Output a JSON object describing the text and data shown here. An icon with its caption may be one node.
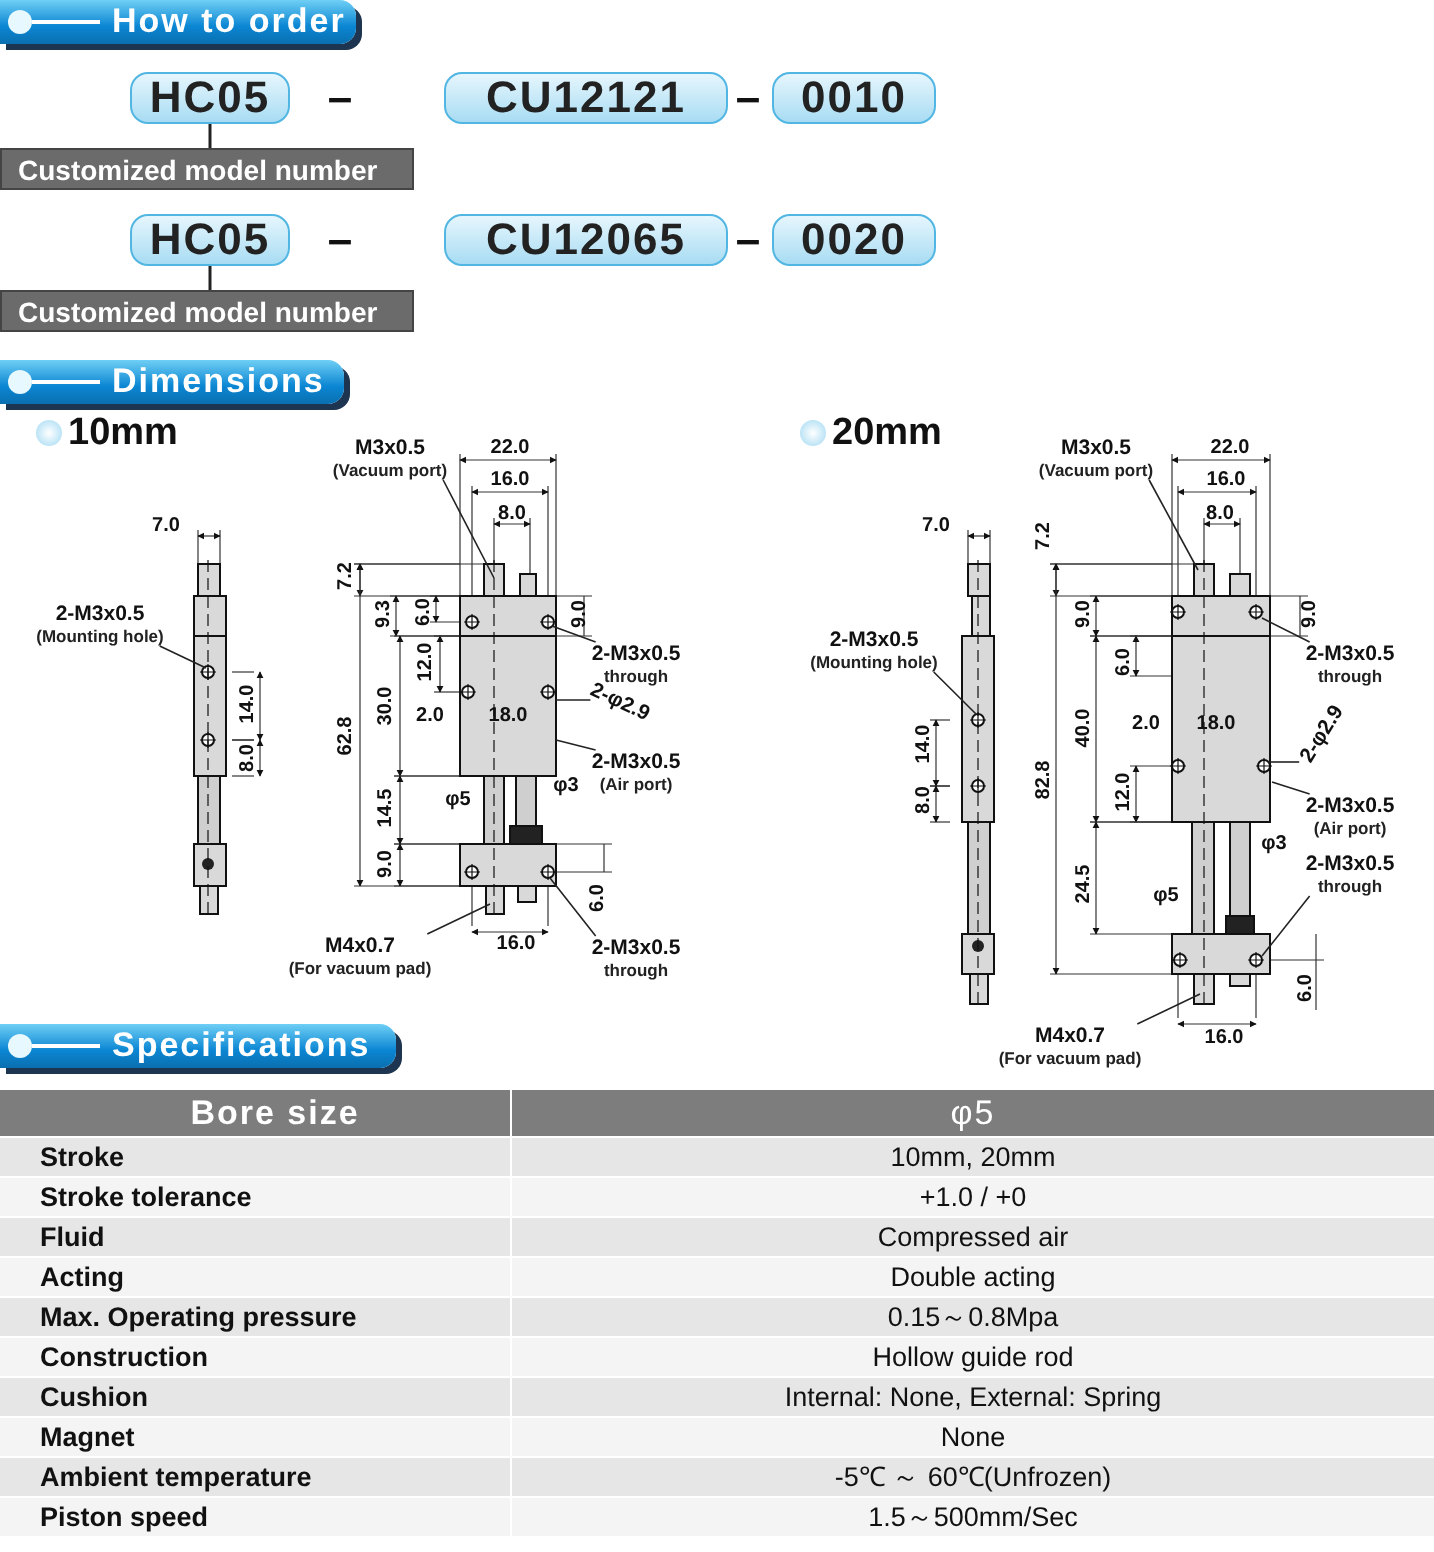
{
  "diagram": {
    "nodes": [
      {
        "text": [
          "How to order"
        ]
      },
      {
        "text": [
          "HC05"
        ]
      },
      {
        "text": [
          "CU12121"
        ]
      },
      {
        "text": [
          "0010"
        ]
      },
      {
        "text": [
          "Customized model number"
        ]
      },
      {
        "text": [
          "HC05"
        ]
      },
      {
        "text": [
          "CU12065"
        ]
      },
      {
        "text": [
          "0020"
        ]
      },
      {
        "text": [
          "Customized model number"
        ]
      },
      {
        "text": [
          "Dimensions"
        ]
      },
      {
        "text": [
          "M3x0.5",
          "(Vacuum port)"
        ]
      },
      {
        "text": [
          "2-M3x0.5",
          "(Mounting hole)"
        ]
      },
      {
        "text": [
          "2-M3x0.5",
          "through"
        ]
      },
      {
        "text": [
          "2-φ2.9"
        ]
      },
      {
        "text": [
          "2-M3x0.5",
          "(Air port)"
        ]
      },
      {
        "text": [
          "M4x0.7",
          "(For vacuum pad)"
        ]
      },
      {
        "text": [
          "2-M3x0.5",
          "through"
        ]
      },
      {
        "text": [
          "M3x0.5",
          "(Vacuum port)"
        ]
      },
      {
        "text": [
          "2-M3x0.5",
          "(Mounting hole)"
        ]
      },
      {
        "text": [
          "2-M3x0.5",
          "through"
        ]
      },
      {
        "text": [
          "2-φ2.9"
        ]
      },
      {
        "text": [
          "2-M3x0.5",
          "(Air port)"
        ]
      },
      {
        "text": [
          "2-M3x0.5",
          "through"
        ]
      },
      {
        "text": [
          "M4x0.7",
          "(For vacuum pad)"
        ]
      },
      {
        "text": [
          "Specifications"
        ]
      },
      {
        "text": [],
        "shape": "picture"
      },
      {
        "text": [],
        "shape": "picture"
      },
      {
        "text": [],
        "shape": "picture"
      },
      {
        "text": [],
        "shape": "picture"
      }
    ],
    "edges": [
      {
        "from": 1,
        "to": 4,
        "arrow": "none"
      },
      {
        "from": 5,
        "to": 8,
        "arrow": "none"
      },
      {
        "from": 10,
        "to": 26,
        "arrow": "none"
      },
      {
        "from": 11,
        "to": 25,
        "arrow": "none"
      },
      {
        "from": 12,
        "to": 26,
        "arrow": "none"
      },
      {
        "from": 13,
        "to": 26,
        "arrow": "none"
      },
      {
        "from": 14,
        "to": 26,
        "arrow": "none"
      },
      {
        "from": 15,
        "to": 26,
        "arrow": "none"
      },
      {
        "from": 16,
        "to": 26,
        "arrow": "none"
      },
      {
        "from": 17,
        "to": 28,
        "arrow": "none"
      },
      {
        "from": 18,
        "to": 27,
        "arrow": "none"
      },
      {
        "from": 19,
        "to": 28,
        "arrow": "none"
      },
      {
        "from": 20,
        "to": 28,
        "arrow": "none"
      },
      {
        "from": 21,
        "to": 28,
        "arrow": "none"
      },
      {
        "from": 22,
        "to": 28,
        "arrow": "none"
      },
      {
        "from": 23,
        "to": 28,
        "arrow": "none"
      }
    ],
    "labels": [
      "–",
      "–",
      "–",
      "–",
      "10mm",
      "7.0",
      "22.0",
      "16.0",
      "8.0",
      "7.2",
      "9.3",
      "6.0",
      "9.0",
      "12.0",
      "30.0",
      "62.8",
      "2.0",
      "18.0",
      "φ5",
      "φ3",
      "14.5",
      "9.0",
      "6.0",
      "16.0",
      "14.0",
      "8.0",
      "20mm",
      "7.0",
      "22.0",
      "16.0",
      "8.0",
      "7.2",
      "9.0",
      "6.0",
      "9.0",
      "40.0",
      "82.8",
      "2.0",
      "18.0",
      "12.0",
      "φ3",
      "24.5",
      "φ5",
      "6.0",
      "16.0",
      "14.0",
      "8.0",
      "Bore size",
      "φ5",
      "Stroke",
      "10mm, 20mm",
      "Stroke tolerance",
      "+1.0 / +0",
      "Fluid",
      "Compressed air",
      "Acting",
      "Double acting",
      "Max. Operating pressure",
      "0.15～0.8Mpa",
      "Construction",
      "Hollow guide rod",
      "Cushion",
      "Internal: None, External: Spring",
      "Magnet",
      "None",
      "Ambient temperature",
      "-5℃ ～ 60℃(Unfrozen)",
      "Piston speed",
      "1.5～500mm/Sec"
    ]
  }
}
